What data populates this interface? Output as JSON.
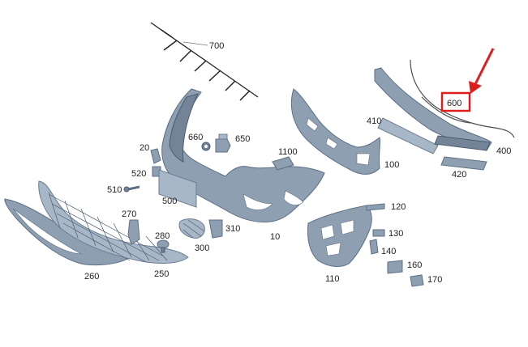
{
  "diagram": {
    "part_numbers": {
      "p700": "700",
      "p660": "660",
      "p650": "650",
      "p20": "20",
      "p520": "520",
      "p510": "510",
      "p500": "500",
      "p270": "270",
      "p280": "280",
      "p300": "300",
      "p310": "310",
      "p260": "260",
      "p250": "250",
      "p10": "10",
      "p1100": "1100",
      "p410": "410",
      "p100": "100",
      "p600": "600",
      "p400": "400",
      "p420": "420",
      "p120": "120",
      "p130": "130",
      "p140": "140",
      "p160": "160",
      "p170": "170",
      "p110": "110"
    },
    "highlighted_part": "600",
    "colors": {
      "part_fill": "#8e9fb2",
      "highlight": "#e01d1d",
      "background": "#ffffff"
    }
  }
}
